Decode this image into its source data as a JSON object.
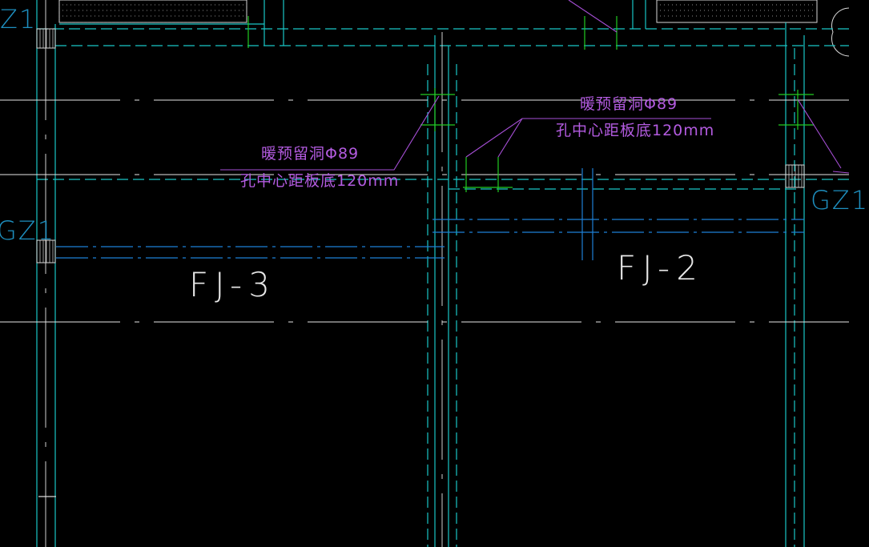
{
  "drawing": {
    "background": "#000000",
    "colors": {
      "wall": "#19c6c6",
      "axis": "#ffffff",
      "pipe": "#1e7fd6",
      "leader": "#a64fd6",
      "tick": "#22cc22",
      "hatch": "#d8d8d8"
    }
  },
  "column_labels": {
    "top_left": "Z1",
    "mid_left": "GZ1",
    "right": "GZ1"
  },
  "rooms": {
    "left": "FJ-3",
    "right": "FJ-2"
  },
  "notes": {
    "left_line1": "暖预留洞Φ89",
    "left_line2": "孔中心距板底120mm",
    "right_line1": "暖预留洞Φ89",
    "right_line2": "孔中心距板底120mm"
  }
}
